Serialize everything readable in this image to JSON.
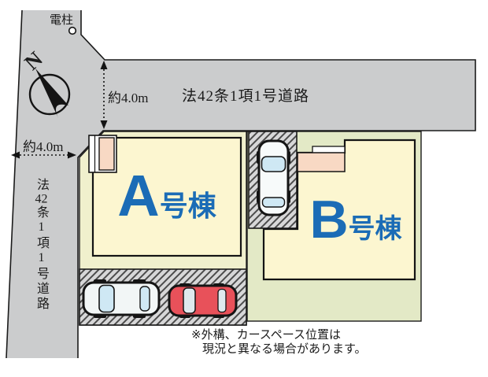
{
  "plan": {
    "compass_letter": "N",
    "utility_pole_label": "電柱",
    "top_road": {
      "name": "法42条1項1号道路",
      "width": "約4.0m"
    },
    "left_road": {
      "name_part1": "法",
      "name_part2": "42",
      "name_part3": "条1項1号道路",
      "width": "約4.0m"
    },
    "lot_a": {
      "letter": "A",
      "suffix": "号棟"
    },
    "lot_b": {
      "letter": "B",
      "suffix": "号棟"
    },
    "note": {
      "line1": "※外構、カースペース位置は",
      "line2": "現況と異なる場合があります。"
    },
    "cars": [
      {
        "location": "lot-b-parking",
        "color": "white",
        "orientation": "vertical"
      },
      {
        "location": "lot-a-parking",
        "color": "white",
        "orientation": "horizontal"
      },
      {
        "location": "lot-a-parking",
        "color": "red",
        "orientation": "horizontal"
      }
    ],
    "colors": {
      "road_gray": "#cbcccd",
      "lot_a_fill": "#f0f0cd",
      "lot_b_fill": "#e3e9c6",
      "building_fill": "#fcf6d0",
      "entrance_pink": "#f8d9c4",
      "label_blue": "#1b6cb6",
      "car_red": "#e8515a",
      "outline_black": "#1b1b1b"
    }
  }
}
